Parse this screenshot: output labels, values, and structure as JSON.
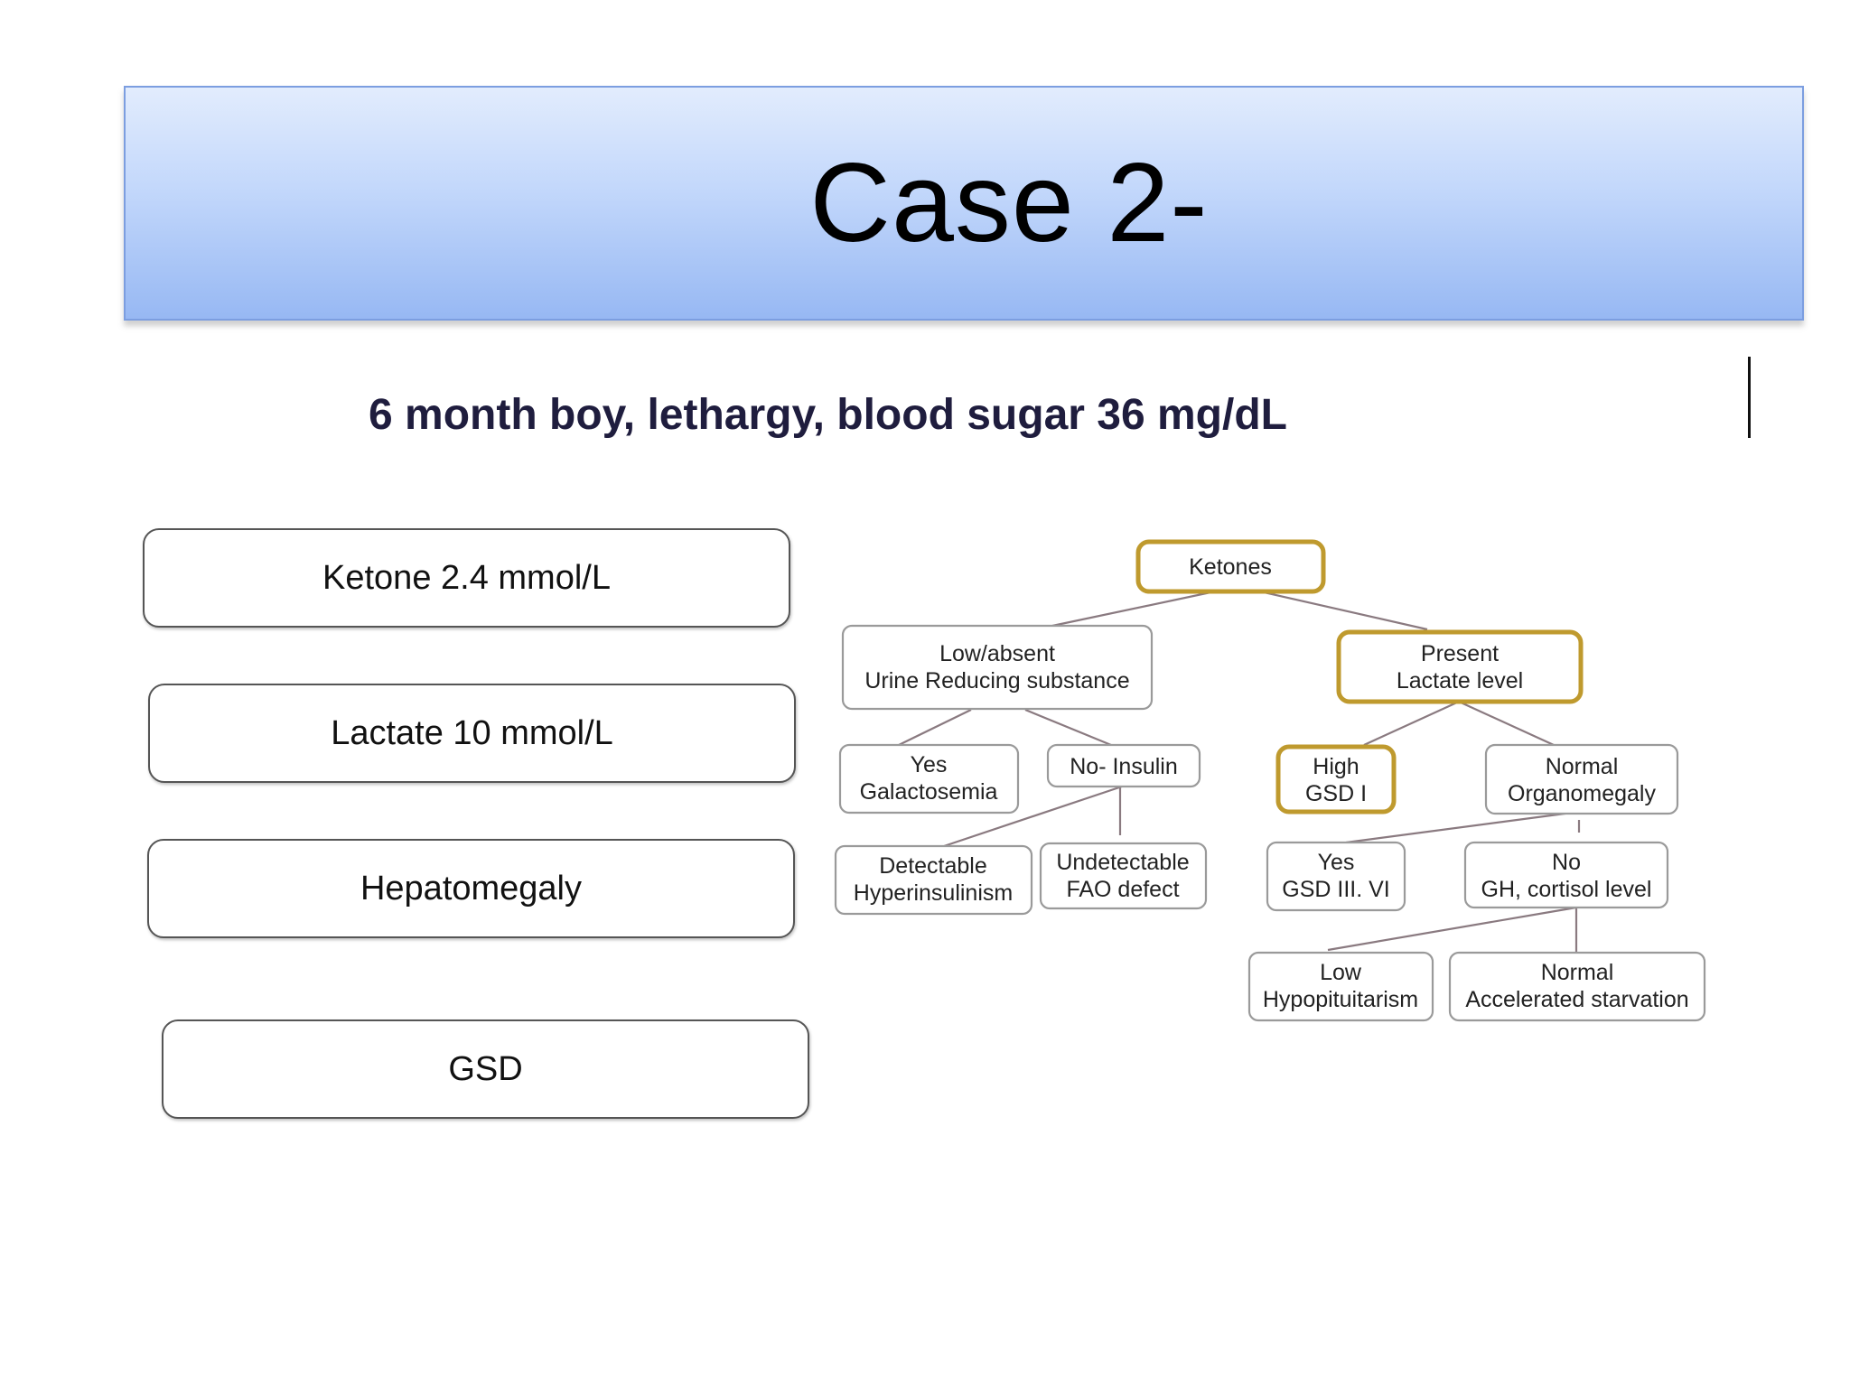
{
  "slide": {
    "title": "Case 2-",
    "subtitle": "6 month boy, lethargy, blood sugar 36 mg/dL"
  },
  "findings": [
    "Ketone 2.4 mmol/L",
    "Lactate 10 mmol/L",
    "Hepatomegaly",
    "GSD"
  ],
  "flowchart": {
    "ketones": "Ketones",
    "low_absent": {
      "line1": "Low/absent",
      "line2": "Urine Reducing substance"
    },
    "present": {
      "line1": "Present",
      "line2": "Lactate level"
    },
    "yes_gal": {
      "line1": "Yes",
      "line2": "Galactosemia"
    },
    "no_insulin": "No- Insulin",
    "high_gsd": {
      "line1": "High",
      "line2": "GSD I"
    },
    "normal_organ": {
      "line1": "Normal",
      "line2": "Organomegaly"
    },
    "detectable": {
      "line1": "Detectable",
      "line2": "Hyperinsulinism"
    },
    "undetectable": {
      "line1": "Undetectable",
      "line2": "FAO defect"
    },
    "yes_gsd3": {
      "line1": "Yes",
      "line2": "GSD III. VI"
    },
    "no_gh": {
      "line1": "No",
      "line2": "GH, cortisol level"
    },
    "low_hypo": {
      "line1": "Low",
      "line2": "Hypopituitarism"
    },
    "normal_starv": {
      "line1": "Normal",
      "line2": "Accelerated starvation"
    }
  },
  "colors": {
    "highlight": "#bf9a2e",
    "banner_top": "#e2ecfd",
    "banner_bottom": "#97b8f3",
    "subtitle": "#1f1d3e"
  }
}
